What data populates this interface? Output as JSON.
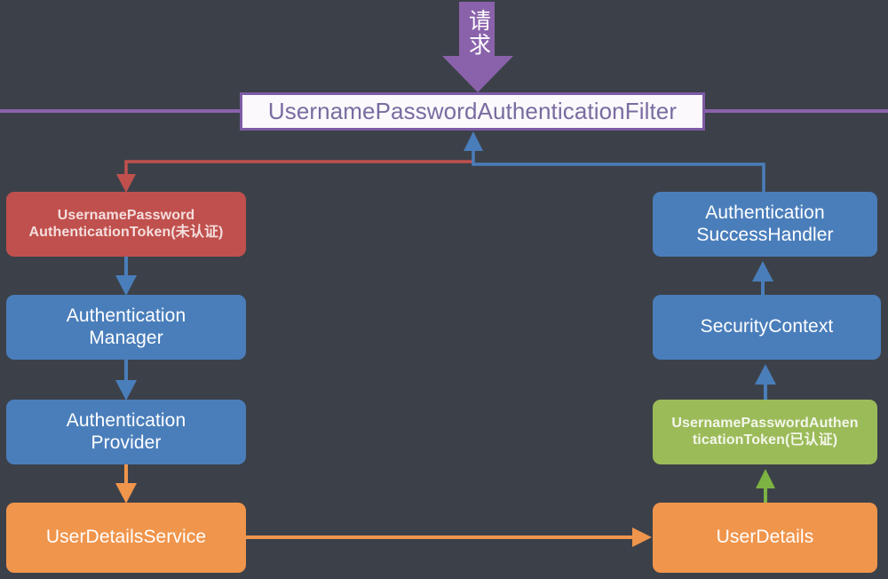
{
  "diagram": {
    "title": "Spring Security UsernamePasswordAuthenticationFilter flow",
    "background_color": "#3c4149",
    "request_arrow": {
      "label": "请求",
      "color": "#8a62ab",
      "name": "request-arrow"
    },
    "nodes": [
      {
        "id": "filter",
        "label": "UsernamePasswordAuthenticationFilter",
        "fill": "#fbf9fc",
        "border": "#7d5ba6",
        "text_color": "#7a6ba0"
      },
      {
        "id": "token-unauth",
        "label": "UsernamePassword\nAuthenticationToken(未认证)",
        "fill": "#c0504d",
        "text_color": "#f4dede"
      },
      {
        "id": "auth-manager",
        "label": "Authentication\nManager",
        "fill": "#4a7ebb",
        "text_color": "#ffffff"
      },
      {
        "id": "auth-provider",
        "label": "Authentication\nProvider",
        "fill": "#4a7ebb",
        "text_color": "#ffffff"
      },
      {
        "id": "user-details-service",
        "label": "UserDetailsService",
        "fill": "#f0954c",
        "text_color": "#ffffff"
      },
      {
        "id": "success-handler",
        "label": "Authentication\nSuccessHandler",
        "fill": "#4a7ebb",
        "text_color": "#ffffff"
      },
      {
        "id": "security-context",
        "label": "SecurityContext",
        "fill": "#4a7ebb",
        "text_color": "#ffffff"
      },
      {
        "id": "token-auth",
        "label": "UsernamePasswordAuthen\nticationToken(已认证)",
        "fill": "#9bbb59",
        "text_color": "#f3f6ea"
      },
      {
        "id": "user-details",
        "label": "UserDetails",
        "fill": "#f0954c",
        "text_color": "#ffffff"
      }
    ],
    "edges": [
      {
        "id": "request-to-filter",
        "from": "request",
        "to": "filter",
        "color": "#8a62ab"
      },
      {
        "id": "filter-chain-line",
        "from": "left-edge",
        "to": "right-edge",
        "color": "#8a62ab"
      },
      {
        "id": "filter-to-token-unauth",
        "from": "filter",
        "to": "token-unauth",
        "color": "#c0504d"
      },
      {
        "id": "token-unauth-to-auth-manager",
        "from": "token-unauth",
        "to": "auth-manager",
        "color": "#4a7ebb"
      },
      {
        "id": "auth-manager-to-auth-provider",
        "from": "auth-manager",
        "to": "auth-provider",
        "color": "#4a7ebb"
      },
      {
        "id": "auth-provider-to-user-details-service",
        "from": "auth-provider",
        "to": "user-details-service",
        "color": "#f0954c"
      },
      {
        "id": "user-details-service-to-user-details",
        "from": "user-details-service",
        "to": "user-details",
        "color": "#f0954c"
      },
      {
        "id": "user-details-to-token-auth",
        "from": "user-details",
        "to": "token-auth",
        "color": "#7cb342"
      },
      {
        "id": "token-auth-to-security-context",
        "from": "token-auth",
        "to": "security-context",
        "color": "#4a7ebb"
      },
      {
        "id": "security-context-to-success-handler",
        "from": "security-context",
        "to": "success-handler",
        "color": "#4a7ebb"
      },
      {
        "id": "success-handler-to-filter",
        "from": "success-handler",
        "to": "filter",
        "color": "#4a7ebb"
      }
    ]
  }
}
